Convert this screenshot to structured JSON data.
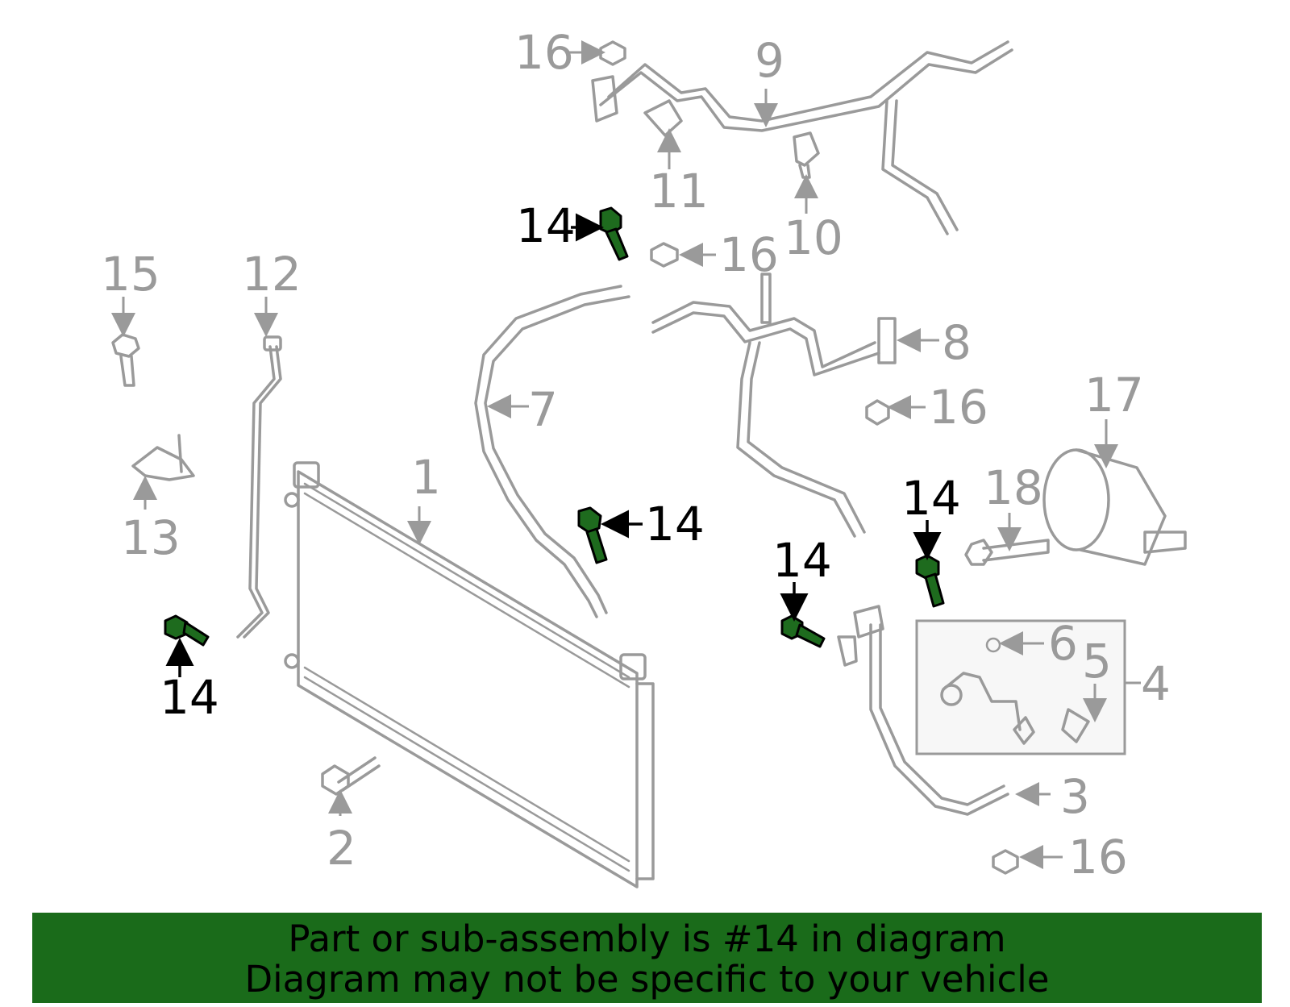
{
  "diagram": {
    "highlighted_part": "14",
    "labels": {
      "p1": "1",
      "p2": "2",
      "p3": "3",
      "p4": "4",
      "p5": "5",
      "p6": "6",
      "p7": "7",
      "p8": "8",
      "p9": "9",
      "p10": "10",
      "p11": "11",
      "p12": "12",
      "p13": "13",
      "p14": "14",
      "p15": "15",
      "p16": "16",
      "p17": "17",
      "p18": "18"
    },
    "colors": {
      "part_stroke": "#9a9a9a",
      "highlight_fill": "#1e6b1e",
      "banner": "#1a6b1a"
    }
  },
  "footer": {
    "line1": "Part or sub-assembly is #14 in diagram",
    "line2": "Diagram may not be specific to your vehicle"
  }
}
